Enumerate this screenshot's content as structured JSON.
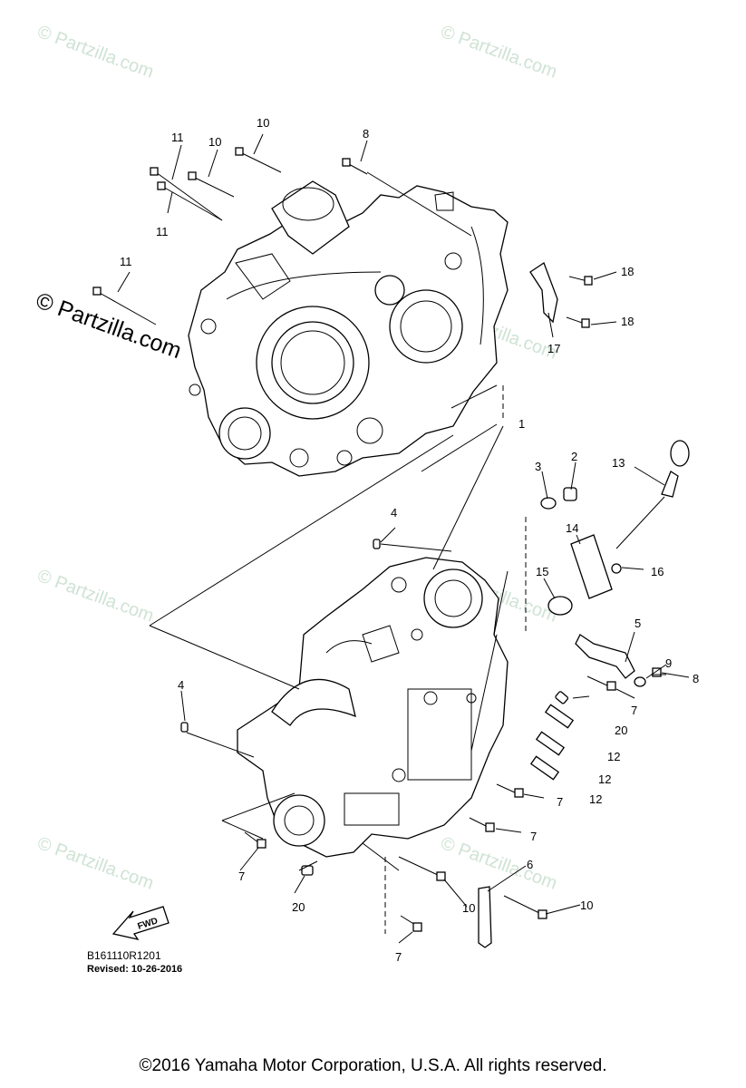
{
  "watermarks": {
    "small": "© Partzilla.com",
    "big": "© Partzilla.com"
  },
  "callouts": {
    "c1": "1",
    "c2": "2",
    "c3": "3",
    "c4a": "4",
    "c4b": "4",
    "c5": "5",
    "c6": "6",
    "c7a": "7",
    "c7b": "7",
    "c7c": "7",
    "c7d": "7",
    "c7e": "7",
    "c8a": "8",
    "c8b": "8",
    "c9": "9",
    "c10a": "10",
    "c10b": "10",
    "c10c": "10",
    "c10d": "10",
    "c11a": "11",
    "c11b": "11",
    "c11c": "11",
    "c12a": "12",
    "c12b": "12",
    "c12c": "12",
    "c13": "13",
    "c14": "14",
    "c15": "15",
    "c16": "16",
    "c17": "17",
    "c18a": "18",
    "c18b": "18",
    "c20a": "20",
    "c20b": "20"
  },
  "fwd_label": "FWD",
  "diagram_code": "B161110R1201",
  "revised": "Revised: 10-26-2016",
  "copyright": "©2016  Yamaha Motor Corporation, U.S.A. All rights reserved."
}
